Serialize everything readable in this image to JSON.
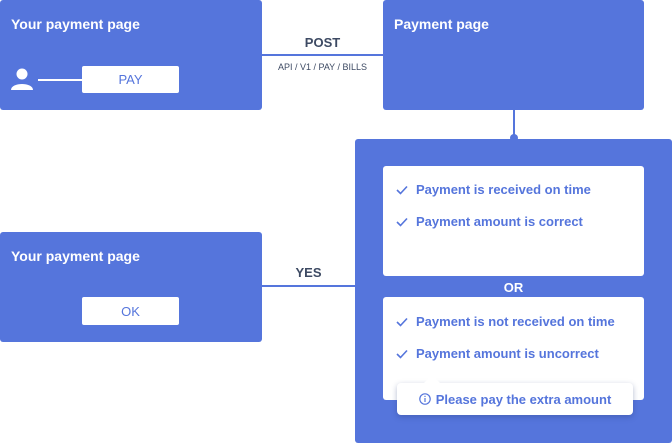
{
  "top_left": {
    "title": "Your payment page",
    "button": "PAY"
  },
  "request": {
    "method": "POST",
    "endpoint": "API / V1 / PAY / BILLS"
  },
  "top_right": {
    "title": "Payment page"
  },
  "bottom_left": {
    "title": "Your payment page",
    "button": "OK"
  },
  "response": {
    "label": "YES"
  },
  "success_card": {
    "items": [
      "Payment is received on time",
      "Payment amount is correct"
    ]
  },
  "separator": "OR",
  "failure_card": {
    "items": [
      "Payment is not received on time",
      "Payment amount is uncorrect"
    ]
  },
  "tooltip": {
    "text": "Please pay the extra amount"
  },
  "colors": {
    "accent": "#5575dc",
    "label": "#3d4a63"
  },
  "icons": [
    "user-icon",
    "check-icon",
    "info-icon"
  ]
}
